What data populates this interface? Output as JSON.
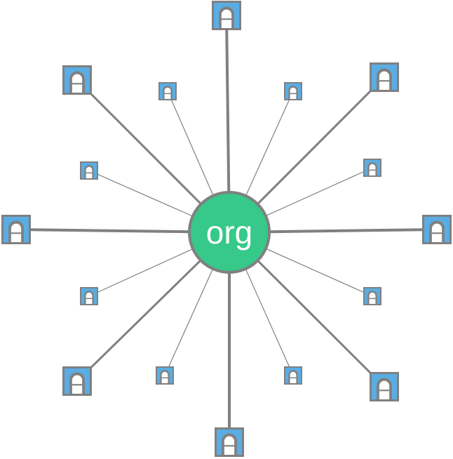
{
  "center": {
    "label": "org",
    "fill_color": "#36c98a",
    "stroke_color": "#808080"
  },
  "colors": {
    "edge": "#808080",
    "node_fill": "#5aade4",
    "node_border": "#808080",
    "node_glyph": "#ffffff"
  },
  "nodes": [
    {
      "id": "node-1",
      "icon": "lock-tunnel-icon",
      "kind": "large"
    },
    {
      "id": "node-2",
      "icon": "lock-tunnel-icon",
      "kind": "large"
    },
    {
      "id": "node-3",
      "icon": "lock-tunnel-icon",
      "kind": "large"
    },
    {
      "id": "node-4",
      "icon": "lock-tunnel-icon",
      "kind": "large"
    },
    {
      "id": "node-5",
      "icon": "lock-tunnel-icon",
      "kind": "large"
    },
    {
      "id": "node-6",
      "icon": "lock-tunnel-icon",
      "kind": "large"
    },
    {
      "id": "node-7",
      "icon": "lock-tunnel-icon",
      "kind": "large"
    },
    {
      "id": "node-8",
      "icon": "lock-tunnel-icon",
      "kind": "large"
    },
    {
      "id": "node-9",
      "icon": "lock-tunnel-icon",
      "kind": "small"
    },
    {
      "id": "node-10",
      "icon": "lock-tunnel-icon",
      "kind": "small"
    },
    {
      "id": "node-11",
      "icon": "lock-tunnel-icon",
      "kind": "small"
    },
    {
      "id": "node-12",
      "icon": "lock-tunnel-icon",
      "kind": "small"
    },
    {
      "id": "node-13",
      "icon": "lock-tunnel-icon",
      "kind": "small"
    },
    {
      "id": "node-14",
      "icon": "lock-tunnel-icon",
      "kind": "small"
    },
    {
      "id": "node-15",
      "icon": "lock-tunnel-icon",
      "kind": "small"
    },
    {
      "id": "node-16",
      "icon": "lock-tunnel-icon",
      "kind": "small"
    }
  ]
}
